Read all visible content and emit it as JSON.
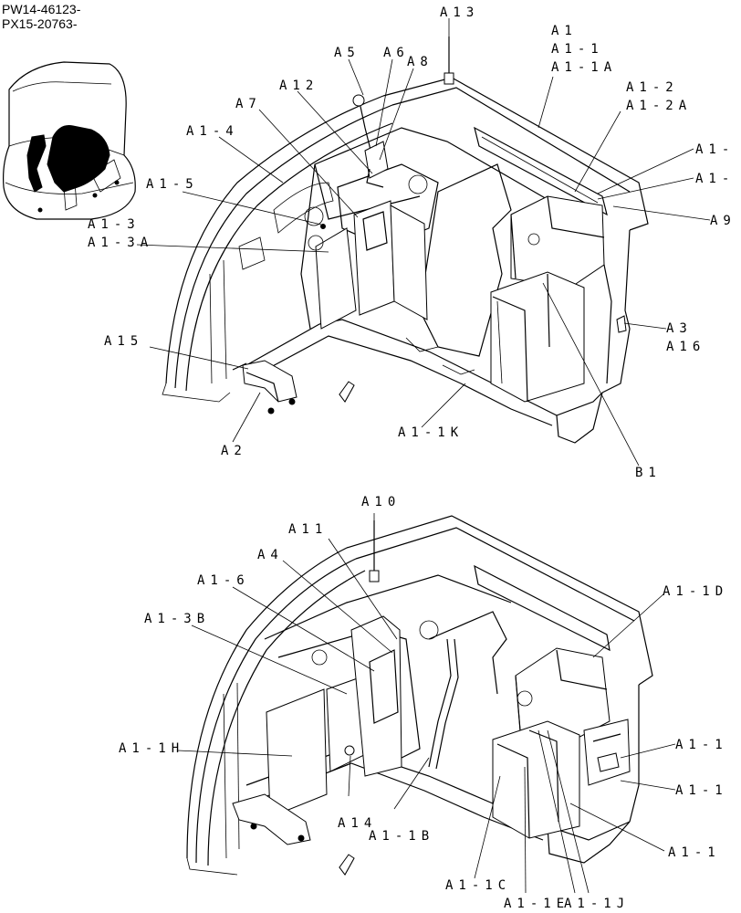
{
  "header": {
    "line1": "PW14-46123-",
    "line2": "PX15-20763-"
  },
  "labels": {
    "a13": "A13",
    "a1": "A1",
    "a1_1": "A1-1",
    "a1_1a": "A1-1A",
    "a1_2": "A1-2",
    "a1_2a": "A1-2A",
    "a1_r1": "A1-",
    "a1_r2": "A1-",
    "a9": "A9",
    "a3": "A3",
    "a16": "A16",
    "a5": "A5",
    "a6": "A6",
    "a8": "A8",
    "a12": "A12",
    "a7": "A7",
    "a1_4": "A1-4",
    "a1_5": "A1-5",
    "a1_3": "A1-3",
    "a1_3a": "A1-3A",
    "a15": "A15",
    "a2": "A2",
    "a1_1k": "A1-1K",
    "b1": "B1",
    "a10": "A10",
    "a11": "A11",
    "a4": "A4",
    "a1_6": "A1-6",
    "a1_3b": "A1-3B",
    "a1_1h": "A1-1H",
    "a14": "A14",
    "a1_1b": "A1-1B",
    "a1_1c": "A1-1C",
    "a1_1e": "A1-1E",
    "a1_1j": "A1-1J",
    "a1_1d": "A1-1D",
    "a1_1f": "A1-1",
    "a1_1g": "A1-1",
    "a1_1i": "A1-1"
  }
}
